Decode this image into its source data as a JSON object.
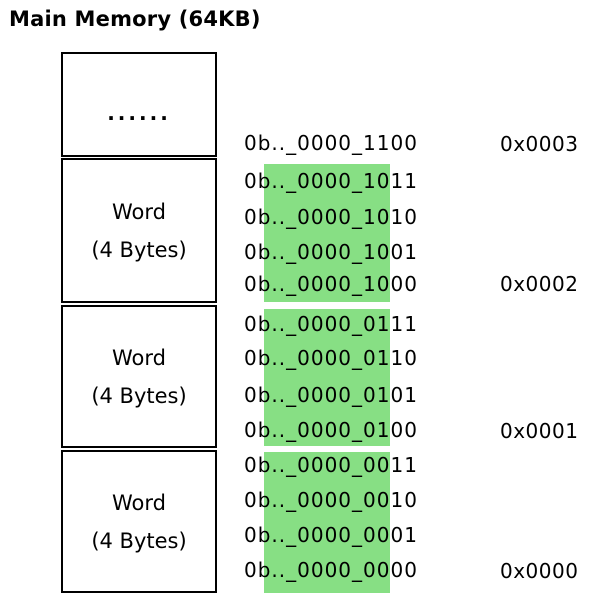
{
  "title": "Main Memory (64KB)",
  "highlight_color": "#87DF84",
  "memory_column": {
    "boxes": [
      {
        "label": "......"
      },
      {
        "line1": "Word",
        "line2": "(4 Bytes)"
      },
      {
        "line1": "Word",
        "line2": "(4 Bytes)"
      },
      {
        "line1": "Word",
        "line2": "(4 Bytes)"
      }
    ]
  },
  "binary_addresses": [
    {
      "text": "0b.._0000_1100",
      "highlighted": false
    },
    {
      "text": "0b.._0000_1011",
      "highlighted": true
    },
    {
      "text": "0b.._0000_1010",
      "highlighted": true
    },
    {
      "text": "0b.._0000_1001",
      "highlighted": true
    },
    {
      "text": "0b.._0000_1000",
      "highlighted": true
    },
    {
      "text": "0b.._0000_0111",
      "highlighted": true
    },
    {
      "text": "0b.._0000_0110",
      "highlighted": true
    },
    {
      "text": "0b.._0000_0101",
      "highlighted": true
    },
    {
      "text": "0b.._0000_0100",
      "highlighted": true
    },
    {
      "text": "0b.._0000_0011",
      "highlighted": true
    },
    {
      "text": "0b.._0000_0010",
      "highlighted": true
    },
    {
      "text": "0b.._0000_0001",
      "highlighted": true
    },
    {
      "text": "0b.._0000_0000",
      "highlighted": true
    }
  ],
  "hex_addresses": [
    {
      "text": "0x0003"
    },
    {
      "text": "0x0002"
    },
    {
      "text": "0x0001"
    },
    {
      "text": "0x0000"
    }
  ]
}
